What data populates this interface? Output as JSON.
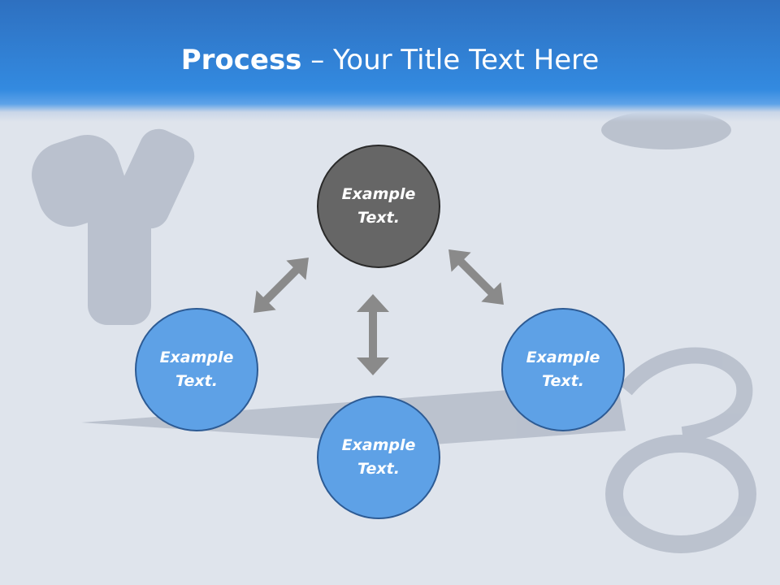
{
  "title": {
    "bold": "Process",
    "rest": " – Your Title Text Here"
  },
  "nodes": [
    {
      "label": "Example Text."
    },
    {
      "label": "Example Text."
    },
    {
      "label": "Example Text."
    },
    {
      "label": "Example Text."
    }
  ],
  "colors": {
    "header": "#338ae0",
    "node_fill": "#5ea1e6",
    "node_border": "#2d5b94",
    "center_fill": "#666666",
    "arrow": "#8a8a8a"
  }
}
